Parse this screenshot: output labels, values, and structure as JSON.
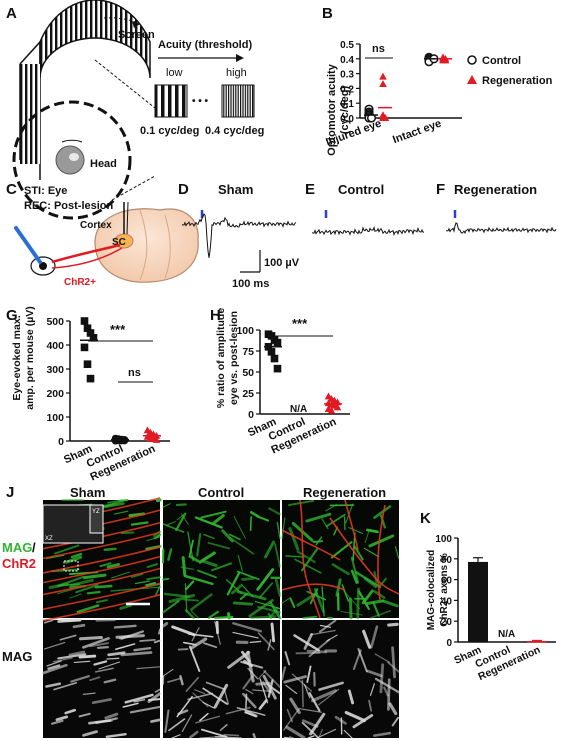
{
  "panels": {
    "A": {
      "letter": "A",
      "screen": "Screen",
      "head": "Head",
      "acuity_title": "Acuity (threshold)",
      "low": "low",
      "high": "high",
      "dots": "• • •",
      "f_low": "0.1 cyc/deg",
      "f_high": "0.4 cyc/deg"
    },
    "B": {
      "letter": "B",
      "ylabel_1": "Optomotor acuity",
      "ylabel_2": "(cyc/deg)",
      "yticks": [
        "0.0",
        "0.1",
        "0.2",
        "0.3",
        "0.4",
        "0.5"
      ],
      "xcats": [
        "Injured eye",
        "Intact eye"
      ],
      "sig": "ns",
      "legend": [
        "Control",
        "Regeneration"
      ]
    },
    "C": {
      "letter": "C",
      "line1": "STI: Eye",
      "line2": "REC: Post-lesion",
      "cortex": "Cortex",
      "sc": "SC",
      "chr2": "ChR2+"
    },
    "D": {
      "letter": "D",
      "title": "Sham",
      "scale_v": "100 µV",
      "scale_t": "100 ms"
    },
    "E": {
      "letter": "E",
      "title": "Control"
    },
    "F": {
      "letter": "F",
      "title": "Regeneration"
    },
    "G": {
      "letter": "G",
      "ylabel_1": "Eye-evoked max.",
      "ylabel_2": "amp. per mouse  (µV)",
      "yticks": [
        "0",
        "100",
        "200",
        "300",
        "400",
        "500"
      ],
      "xcats": [
        "Sham",
        "Control",
        "Regeneration"
      ],
      "sig1": "***",
      "sig2": "ns"
    },
    "H": {
      "letter": "H",
      "ylabel_1": "% ratio of amplitude",
      "ylabel_2": "eye vs. post-lesion",
      "yticks": [
        "0",
        "25",
        "50",
        "75",
        "100"
      ],
      "xcats": [
        "Sham",
        "Control",
        "Regeneration"
      ],
      "sig1": "***",
      "na": "N/A"
    },
    "J": {
      "letter": "J",
      "cols": [
        "Sham",
        "Control",
        "Regeneration"
      ],
      "row1_a": "MAG",
      "row1_slash": "/",
      "row1_b": "ChR2",
      "row2": "MAG",
      "yz": "YZ",
      "xz": "XZ"
    },
    "K": {
      "letter": "K",
      "ylabel_1": "MAG-colocalized",
      "ylabel_2": "ChR2",
      "ylabel_sup": "+",
      "ylabel_3": " axons %",
      "yticks": [
        "0",
        "20",
        "40",
        "60",
        "80",
        "100"
      ],
      "xcats": [
        "Sham",
        "Control",
        "Regeneration"
      ],
      "na": "N/A"
    }
  },
  "chart_data": [
    {
      "panel": "B",
      "type": "scatter",
      "ylim": [
        0,
        0.5
      ],
      "categories": [
        "Injured eye",
        "Intact eye"
      ],
      "series": [
        {
          "name": "Control",
          "marker": "open-circle",
          "color": "#111111",
          "points": [
            [
              0,
              0.06
            ],
            [
              0,
              0.04
            ],
            [
              0,
              0.03
            ],
            [
              0,
              0.02
            ],
            [
              0,
              0.01
            ],
            [
              0,
              0.0
            ],
            [
              0,
              0.0
            ],
            [
              1,
              0.41
            ],
            [
              1,
              0.4
            ],
            [
              1,
              0.4
            ],
            [
              1,
              0.39
            ],
            [
              1,
              0.38
            ],
            [
              1,
              0.4
            ]
          ]
        },
        {
          "name": "Regeneration",
          "marker": "triangle",
          "color": "#e01b24",
          "points": [
            [
              0,
              0.28
            ],
            [
              0,
              0.23
            ],
            [
              0,
              0.02
            ],
            [
              0,
              0.01
            ],
            [
              0,
              0.0
            ],
            [
              0,
              0.0
            ],
            [
              1,
              0.41
            ],
            [
              1,
              0.4
            ],
            [
              1,
              0.4
            ],
            [
              1,
              0.39
            ],
            [
              1,
              0.39
            ]
          ]
        }
      ],
      "means": [
        {
          "series": "Control",
          "cat": 0,
          "value": 0.02
        },
        {
          "series": "Regeneration",
          "cat": 0,
          "value": 0.07
        },
        {
          "series": "Control",
          "cat": 1,
          "value": 0.4
        },
        {
          "series": "Regeneration",
          "cat": 1,
          "value": 0.4
        }
      ]
    },
    {
      "panel": "G",
      "type": "scatter",
      "ylim": [
        0,
        500
      ],
      "categories": [
        "Sham",
        "Control",
        "Regeneration"
      ],
      "series": [
        {
          "name": "Sham",
          "marker": "square",
          "color": "#111111",
          "cat": 0,
          "values": [
            500,
            470,
            450,
            430,
            390,
            320,
            260
          ]
        },
        {
          "name": "Control",
          "marker": "circle",
          "color": "#111111",
          "cat": 1,
          "values": [
            10,
            8,
            6,
            5,
            4,
            3,
            2,
            2,
            1
          ]
        },
        {
          "name": "Regeneration",
          "marker": "triangle",
          "color": "#e01b24",
          "cat": 2,
          "values": [
            45,
            35,
            28,
            22,
            18,
            12,
            8,
            5
          ]
        }
      ],
      "means": [
        420,
        5,
        22
      ]
    },
    {
      "panel": "H",
      "type": "scatter",
      "ylim": [
        0,
        100
      ],
      "categories": [
        "Sham",
        "Control",
        "Regeneration"
      ],
      "series": [
        {
          "name": "Sham",
          "marker": "square",
          "color": "#111111",
          "cat": 0,
          "values": [
            95,
            93,
            88,
            85,
            80,
            74,
            66,
            54
          ]
        },
        {
          "name": "Regeneration",
          "marker": "triangle",
          "color": "#e01b24",
          "cat": 2,
          "values": [
            21,
            18,
            16,
            14,
            13,
            11,
            10,
            8,
            6,
            4
          ]
        }
      ],
      "means": [
        80,
        null,
        12
      ]
    },
    {
      "panel": "K",
      "type": "bar",
      "ylim": [
        0,
        100
      ],
      "categories": [
        "Sham",
        "Control",
        "Regeneration"
      ],
      "values": [
        77,
        null,
        1
      ],
      "errors": [
        4,
        null,
        0.5
      ],
      "colors": [
        "#111111",
        "#111111",
        "#e01b24"
      ]
    }
  ],
  "colors": {
    "red": "#e01b24",
    "green": "#2fb52f",
    "black": "#111111",
    "grey": "#8a8a8a",
    "blue": "#2a3fd6"
  }
}
